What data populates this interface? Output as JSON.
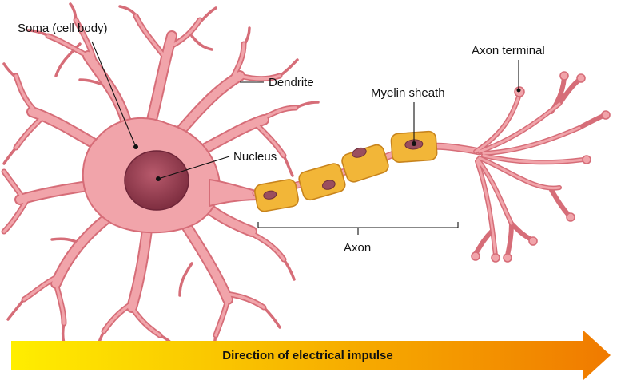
{
  "labels": {
    "soma": "Soma (cell body)",
    "dendrite": "Dendrite",
    "nucleus": "Nucleus",
    "myelin_sheath": "Myelin sheath",
    "axon_terminal": "Axon terminal",
    "axon": "Axon"
  },
  "arrow": {
    "text": "Direction of electrical impulse",
    "color_start": "#ffee00",
    "color_end": "#f07a00"
  },
  "colors": {
    "neuron_fill": "#f1a4aa",
    "neuron_outline": "#d66d78",
    "nucleus_fill": "#9a3f52",
    "myelin_fill": "#f2b638",
    "myelin_outline": "#c8841c",
    "myelin_nucleus": "#9a4e5e"
  }
}
